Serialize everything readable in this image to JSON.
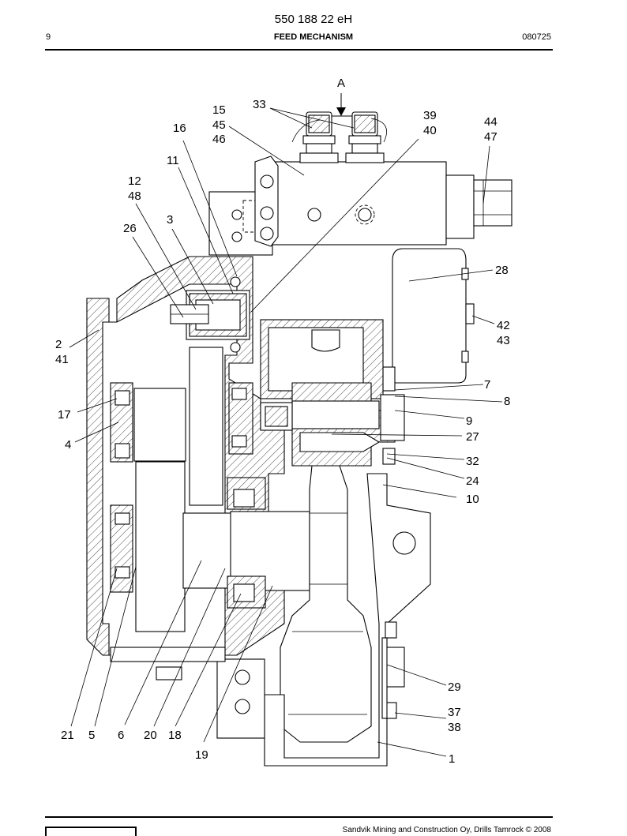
{
  "header": {
    "doc_number": "550 188 22 eH",
    "page": "9",
    "section_title": "FEED MECHANISM",
    "date_code": "080725"
  },
  "footer": {
    "copyright": "Sandvik Mining and Construction Oy, Drills Tamrock © 2008"
  },
  "view_marker": "A",
  "callouts": [
    {
      "id": "c1",
      "text": "1"
    },
    {
      "id": "c2",
      "text": "2"
    },
    {
      "id": "c41",
      "text": "41"
    },
    {
      "id": "c3",
      "text": "3"
    },
    {
      "id": "c4",
      "text": "4"
    },
    {
      "id": "c5",
      "text": "5"
    },
    {
      "id": "c6",
      "text": "6"
    },
    {
      "id": "c7",
      "text": "7"
    },
    {
      "id": "c8",
      "text": "8"
    },
    {
      "id": "c9",
      "text": "9"
    },
    {
      "id": "c10",
      "text": "10"
    },
    {
      "id": "c11",
      "text": "11"
    },
    {
      "id": "c12",
      "text": "12"
    },
    {
      "id": "c48",
      "text": "48"
    },
    {
      "id": "c15",
      "text": "15"
    },
    {
      "id": "c45",
      "text": "45"
    },
    {
      "id": "c46",
      "text": "46"
    },
    {
      "id": "c16",
      "text": "16"
    },
    {
      "id": "c17",
      "text": "17"
    },
    {
      "id": "c18",
      "text": "18"
    },
    {
      "id": "c19",
      "text": "19"
    },
    {
      "id": "c20",
      "text": "20"
    },
    {
      "id": "c21",
      "text": "21"
    },
    {
      "id": "c24",
      "text": "24"
    },
    {
      "id": "c26",
      "text": "26"
    },
    {
      "id": "c27",
      "text": "27"
    },
    {
      "id": "c28",
      "text": "28"
    },
    {
      "id": "c29",
      "text": "29"
    },
    {
      "id": "c32",
      "text": "32"
    },
    {
      "id": "c33",
      "text": "33"
    },
    {
      "id": "c37",
      "text": "37"
    },
    {
      "id": "c38",
      "text": "38"
    },
    {
      "id": "c39",
      "text": "39"
    },
    {
      "id": "c40",
      "text": "40"
    },
    {
      "id": "c42",
      "text": "42"
    },
    {
      "id": "c43",
      "text": "43"
    },
    {
      "id": "c44",
      "text": "44"
    },
    {
      "id": "c47",
      "text": "47"
    }
  ]
}
